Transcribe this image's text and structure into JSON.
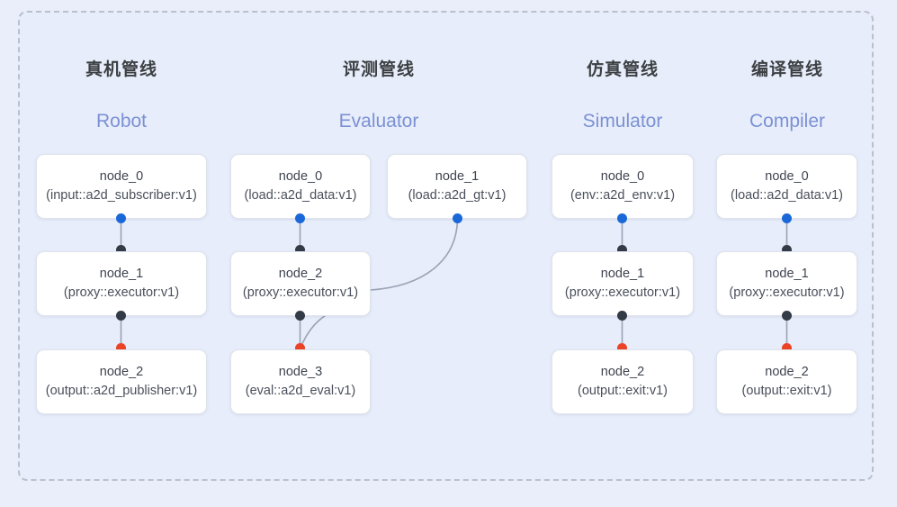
{
  "diagram": {
    "background_color": "#e9eefa",
    "frame_color": "#b9c0ce",
    "accent_title_color": "#7c91d4",
    "port_colors": {
      "blue": "#1a68d8",
      "dark": "#333b46",
      "red": "#ec4326"
    },
    "edge_color": "#9aa2b4"
  },
  "columns": [
    {
      "title_cn": "真机管线",
      "title_en": "Robot",
      "nodes": [
        {
          "name": "node_0",
          "type": "(input::a2d_subscriber:v1)"
        },
        {
          "name": "node_1",
          "type": "(proxy::executor:v1)"
        },
        {
          "name": "node_2",
          "type": "(output::a2d_publisher:v1)"
        }
      ]
    },
    {
      "title_cn": "评测管线",
      "title_en": "Evaluator",
      "nodes": [
        {
          "name": "node_0",
          "type": "(load::a2d_data:v1)"
        },
        {
          "name": "node_1",
          "type": "(load::a2d_gt:v1)"
        },
        {
          "name": "node_2",
          "type": "(proxy::executor:v1)"
        },
        {
          "name": "node_3",
          "type": "(eval::a2d_eval:v1)"
        }
      ]
    },
    {
      "title_cn": "仿真管线",
      "title_en": "Simulator",
      "nodes": [
        {
          "name": "node_0",
          "type": "(env::a2d_env:v1)"
        },
        {
          "name": "node_1",
          "type": "(proxy::executor:v1)"
        },
        {
          "name": "node_2",
          "type": "(output::exit:v1)"
        }
      ]
    },
    {
      "title_cn": "编译管线",
      "title_en": "Compiler",
      "nodes": [
        {
          "name": "node_0",
          "type": "(load::a2d_data:v1)"
        },
        {
          "name": "node_1",
          "type": "(proxy::executor:v1)"
        },
        {
          "name": "node_2",
          "type": "(output::exit:v1)"
        }
      ]
    }
  ]
}
